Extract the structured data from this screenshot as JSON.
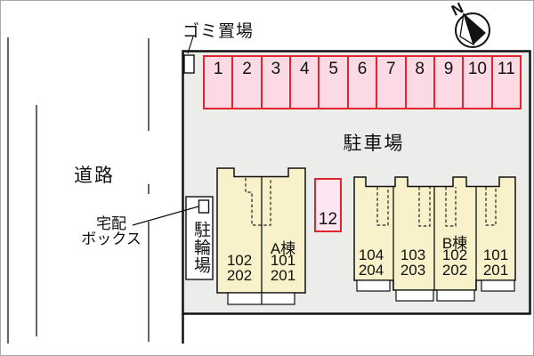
{
  "compass": {
    "north": "N"
  },
  "area_labels": {
    "road": "道路",
    "garbage": "ゴミ置場",
    "delivery_box_line1": "宅配",
    "delivery_box_line2": "ボックス",
    "bicycle_parking": "駐輪場",
    "parking_lot": "駐車場"
  },
  "parking": {
    "spaces": [
      "1",
      "2",
      "3",
      "4",
      "5",
      "6",
      "7",
      "8",
      "9",
      "10",
      "11"
    ],
    "space_12": "12"
  },
  "buildings": {
    "a": {
      "name": "A棟",
      "units": [
        {
          "line1": "102",
          "line2": "202"
        },
        {
          "line1": "101",
          "line2": "201"
        }
      ]
    },
    "b": {
      "name": "B棟",
      "units": [
        {
          "line1": "104",
          "line2": "204"
        },
        {
          "line1": "103",
          "line2": "203"
        },
        {
          "line1": "102",
          "line2": "202"
        },
        {
          "line1": "101",
          "line2": "201"
        }
      ]
    }
  },
  "colors": {
    "parking_fill": "#fbd9e5",
    "parking12_fill": "#fce6f0",
    "parking_border": "#e0262c",
    "building_fill": "#f9f1c9",
    "site_fill": "#ececeb"
  }
}
